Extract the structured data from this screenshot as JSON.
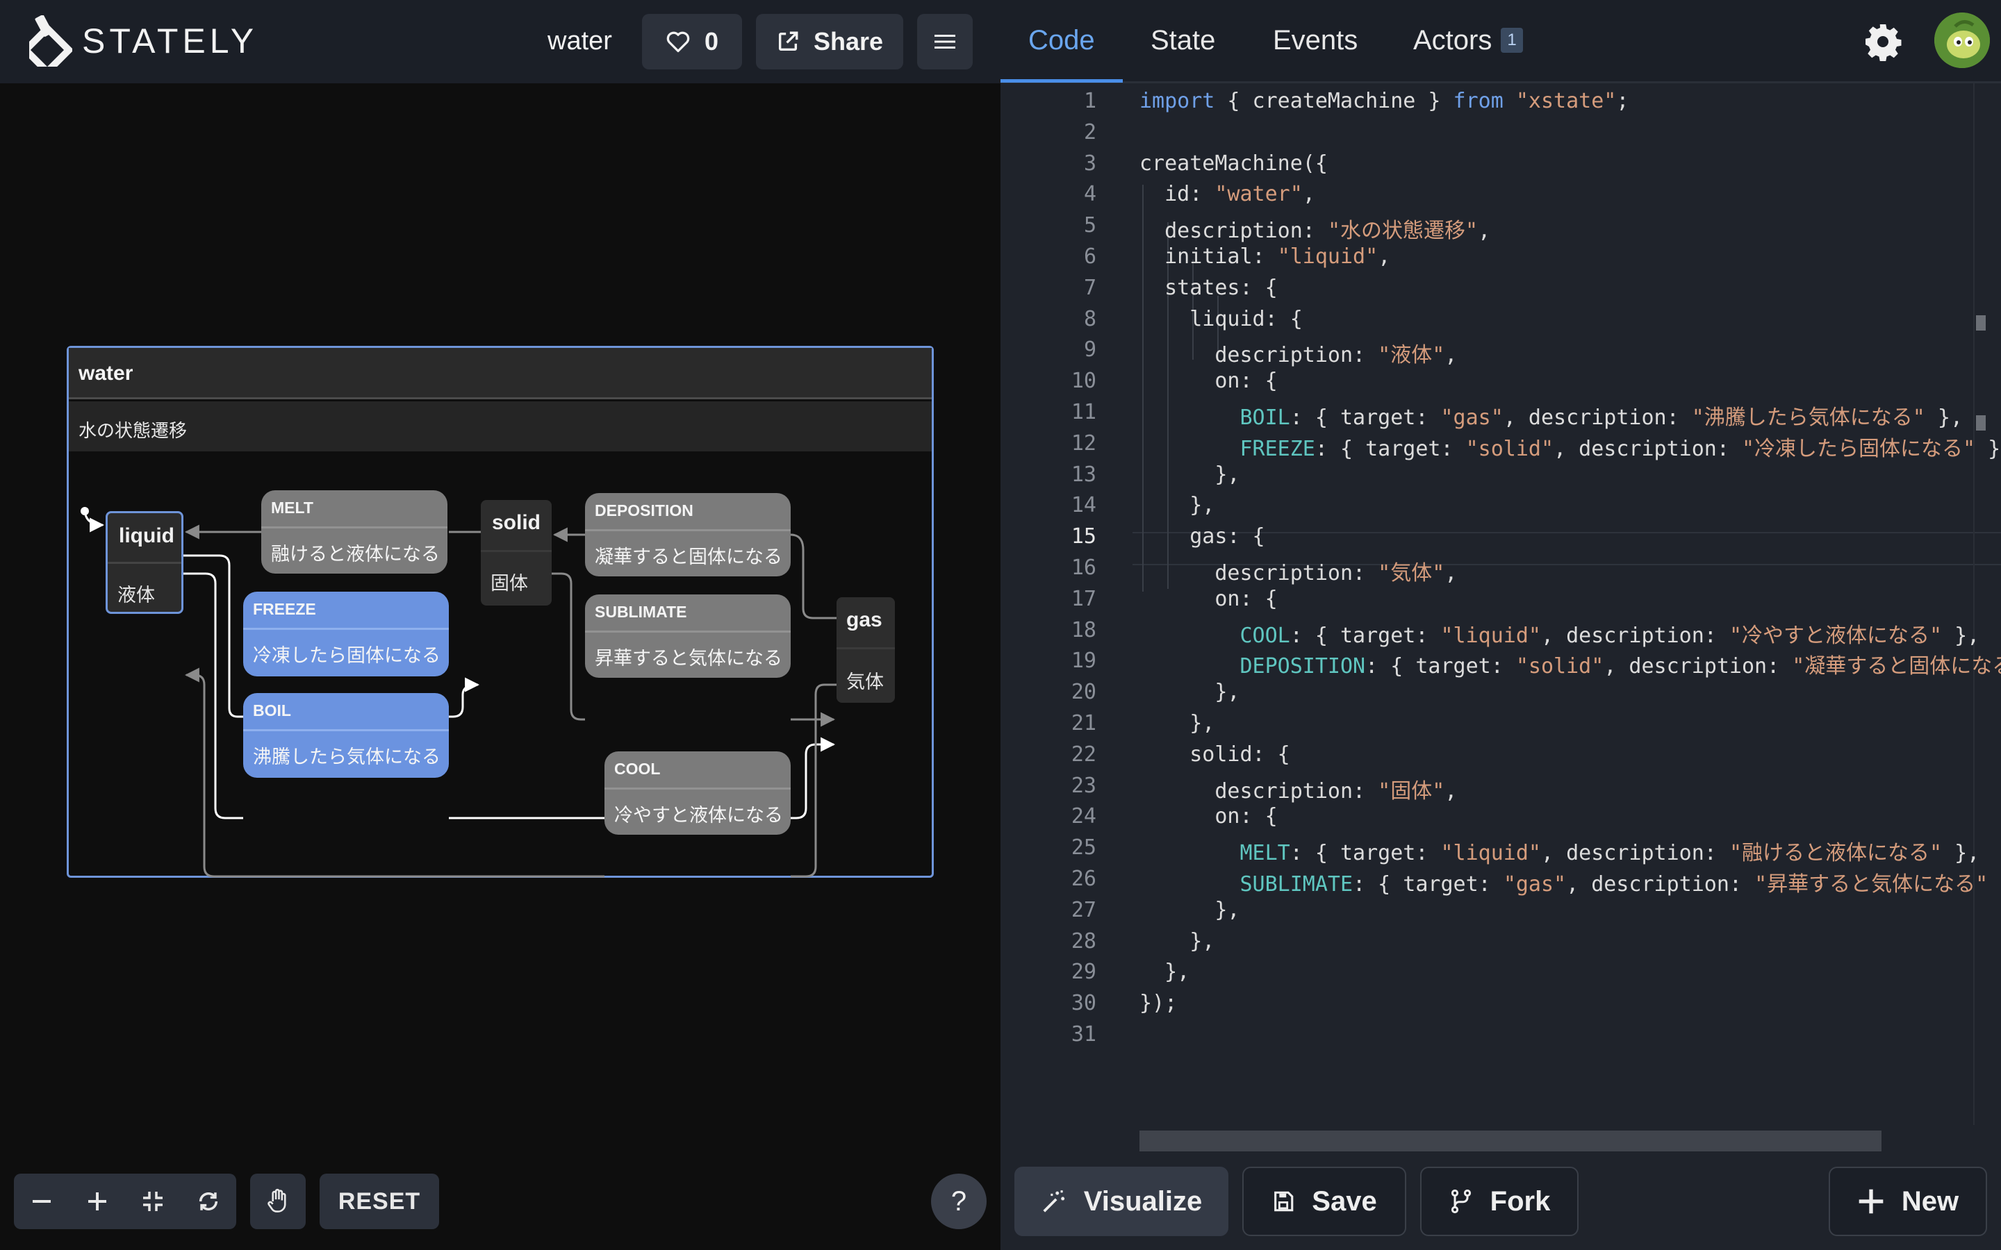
{
  "header": {
    "logo_text": "STATELY",
    "machine_name": "water",
    "like_count": "0",
    "share_label": "Share"
  },
  "machine": {
    "title": "water",
    "description": "水の状態遷移",
    "states": {
      "liquid": {
        "name": "liquid",
        "description": "液体"
      },
      "solid": {
        "name": "solid",
        "description": "固体"
      },
      "gas": {
        "name": "gas",
        "description": "気体"
      }
    },
    "events": {
      "melt": {
        "name": "MELT",
        "description": "融けると液体になる"
      },
      "deposition": {
        "name": "DEPOSITION",
        "description": "凝華すると固体になる"
      },
      "freeze": {
        "name": "FREEZE",
        "description": "冷凍したら固体になる"
      },
      "sublimate": {
        "name": "SUBLIMATE",
        "description": "昇華すると気体になる"
      },
      "boil": {
        "name": "BOIL",
        "description": "沸騰したら気体になる"
      },
      "cool": {
        "name": "COOL",
        "description": "冷やすと液体になる"
      }
    }
  },
  "canvas_toolbar": {
    "reset_label": "RESET",
    "help_label": "?"
  },
  "tabs": {
    "code": "Code",
    "state": "State",
    "events": "Events",
    "actors": "Actors",
    "actors_badge": "1"
  },
  "editor": {
    "active_line": 15,
    "line_numbers": [
      "1",
      "2",
      "3",
      "4",
      "5",
      "6",
      "7",
      "8",
      "9",
      "10",
      "11",
      "12",
      "13",
      "14",
      "15",
      "16",
      "17",
      "18",
      "19",
      "20",
      "21",
      "22",
      "23",
      "24",
      "25",
      "26",
      "27",
      "28",
      "29",
      "30",
      "31"
    ],
    "lines": [
      "import { createMachine } from \"xstate\";",
      "",
      "createMachine({",
      "  id: \"water\",",
      "  description: \"水の状態遷移\",",
      "  initial: \"liquid\",",
      "  states: {",
      "    liquid: {",
      "      description: \"液体\",",
      "      on: {",
      "        BOIL: { target: \"gas\", description: \"沸騰したら気体になる\" },",
      "        FREEZE: { target: \"solid\", description: \"冷凍したら固体になる\" },",
      "      },",
      "    },",
      "    gas: {",
      "      description: \"気体\",",
      "      on: {",
      "        COOL: { target: \"liquid\", description: \"冷やすと液体になる\" },",
      "        DEPOSITION: { target: \"solid\", description: \"凝華すると固体になる\" },",
      "      },",
      "    },",
      "    solid: {",
      "      description: \"固体\",",
      "      on: {",
      "        MELT: { target: \"liquid\", description: \"融けると液体になる\" },",
      "        SUBLIMATE: { target: \"gas\", description: \"昇華すると気体になる\" },",
      "      },",
      "    },",
      "  },",
      "});",
      ""
    ]
  },
  "bottom_bar": {
    "visualize_label": "Visualize",
    "save_label": "Save",
    "fork_label": "Fork",
    "new_label": "New"
  },
  "colors": {
    "accent": "#4a8ee8",
    "active_state_border": "#6e94d9",
    "enabled_event": "#6b93e0",
    "disabled_event": "#7b7b7b",
    "keyword": "#6fa0e8",
    "string": "#d59c7c",
    "property": "#5fc6c0"
  }
}
